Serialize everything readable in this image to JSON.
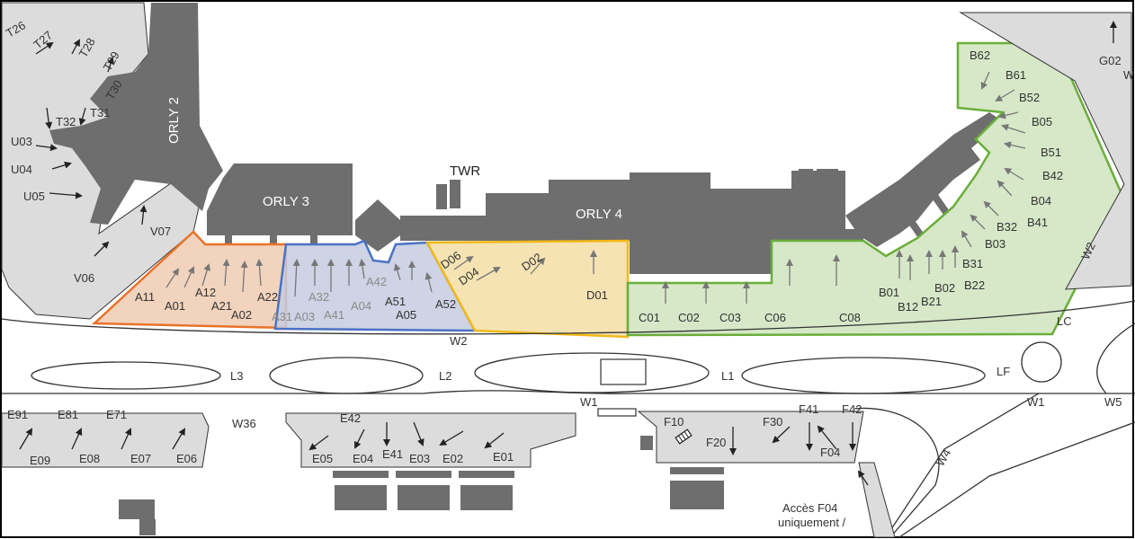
{
  "labels": {
    "terminals": {
      "orly2": "ORLY 2",
      "orly3": "ORLY 3",
      "orly4": "ORLY 4",
      "tower": "TWR"
    },
    "taxiways": {
      "l1": "L1",
      "l2": "L2",
      "l3": "L3",
      "lf": "LF",
      "lc": "LC",
      "w1_mid": "W1",
      "w1_right": "W1",
      "w2_top": "W2",
      "w2_right": "W2",
      "w4": "W4",
      "w5": "W5",
      "w36": "W36",
      "w_top": "W"
    },
    "access_note": {
      "line1": "Accès F04",
      "line2": "uniquement /"
    },
    "stands": {
      "T26": "T26",
      "T27": "T27",
      "T28": "T28",
      "T29": "T29",
      "T30": "T30",
      "T31": "T31",
      "T32": "T32",
      "U03": "U03",
      "U04": "U04",
      "U05": "U05",
      "V06": "V06",
      "V07": "V07",
      "A01": "A01",
      "A02": "A02",
      "A03": "A03",
      "A04": "A04",
      "A05": "A05",
      "A11": "A11",
      "A12": "A12",
      "A21": "A21",
      "A22": "A22",
      "A31": "A31",
      "A32": "A32",
      "A41": "A41",
      "A42": "A42",
      "A51": "A51",
      "A52": "A52",
      "D01": "D01",
      "D02": "D02",
      "D04": "D04",
      "D06": "D06",
      "C01": "C01",
      "C02": "C02",
      "C03": "C03",
      "C06": "C06",
      "C08": "C08",
      "B01": "B01",
      "B02": "B02",
      "B03": "B03",
      "B04": "B04",
      "B05": "B05",
      "B12": "B12",
      "B21": "B21",
      "B22": "B22",
      "B31": "B31",
      "B32": "B32",
      "B41": "B41",
      "B42": "B42",
      "B51": "B51",
      "B52": "B52",
      "B61": "B61",
      "B62": "B62",
      "G02": "G02",
      "E91": "E91",
      "E81": "E81",
      "E71": "E71",
      "E09": "E09",
      "E08": "E08",
      "E07": "E07",
      "E06": "E06",
      "E42": "E42",
      "E05": "E05",
      "E04": "E04",
      "E41": "E41",
      "E03": "E03",
      "E02": "E02",
      "E01": "E01",
      "F10": "F10",
      "F20": "F20",
      "F30": "F30",
      "F41": "F41",
      "F42": "F42",
      "F04": "F04"
    }
  },
  "zone_colors": {
    "zone_a_west": "#e8722a",
    "zone_a_east": "#4a72c4",
    "zone_d": "#f2b817",
    "zone_b_c": "#6aae3a"
  }
}
